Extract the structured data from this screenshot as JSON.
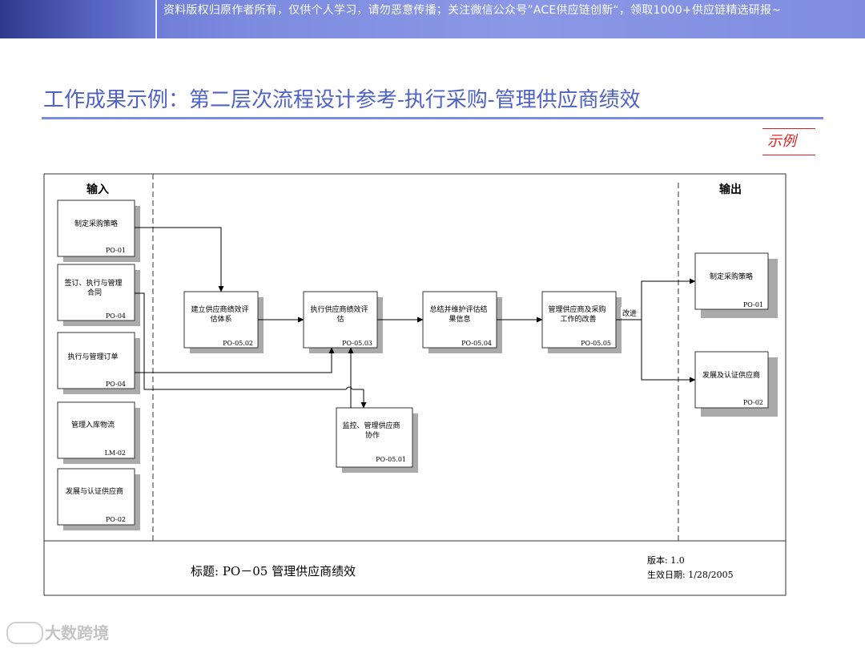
{
  "banner": {
    "text": "资料版权归原作者所有，仅供个人学习，请勿恶意传播；关注微信公众号”ACE供应链创新“，领取1000+供应链精选研报~"
  },
  "page": {
    "title": "工作成果示例：第二层次流程设计参考-执行采购-管理供应商绩效",
    "example_label": "示例"
  },
  "diagram": {
    "input_header": "输入",
    "output_header": "输出",
    "inputs": [
      {
        "label": "制定采购策略",
        "code": "PO-01"
      },
      {
        "label": "签订、执行与管理合同",
        "code": "PO-04"
      },
      {
        "label": "执行与管理订单",
        "code": "PO-04"
      },
      {
        "label": "管理入库物流",
        "code": "LM-02"
      },
      {
        "label": "发展与认证供应商",
        "code": "PO-02"
      }
    ],
    "process": [
      {
        "label": "建立供应商绩效评估体系",
        "code": "PO-05.02"
      },
      {
        "label": "执行供应商绩效评估",
        "code": "PO-05.03"
      },
      {
        "label": "总结并维护评估结果信息",
        "code": "PO-05.04"
      },
      {
        "label": "管理供应商及采购工作的改善",
        "code": "PO-05.05"
      },
      {
        "label": "监控、管理供应商协作",
        "code": "PO-05.01"
      }
    ],
    "outputs": [
      {
        "label": "制定采购策略",
        "code": "PO-01"
      },
      {
        "label": "发展及认证供应商",
        "code": "PO-02"
      }
    ],
    "improve_label": "改进",
    "footer": {
      "title": "标题: PO－05 管理供应商绩效",
      "version": "版本: 1.0",
      "effective_date": "生效日期: 1/28/2005"
    }
  },
  "colors": {
    "banner": "#7e8ce0",
    "title": "#4f62c6",
    "example": "#dd2222",
    "shadow": "#aaaaaa"
  }
}
